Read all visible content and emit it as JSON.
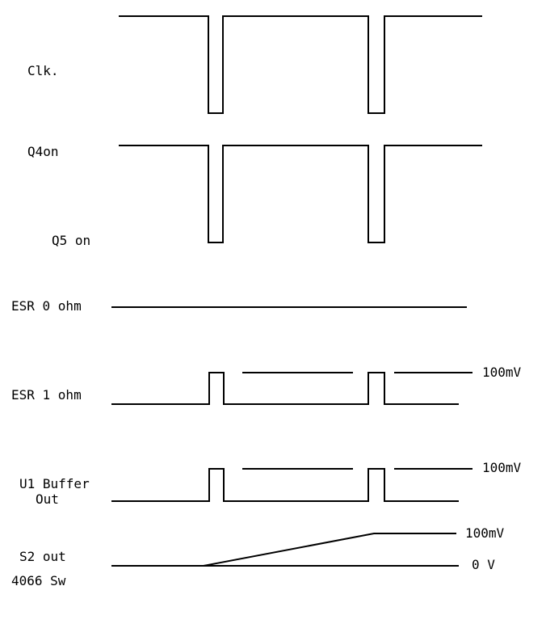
{
  "signals": {
    "clk": {
      "label": "Clk."
    },
    "q4": {
      "label": "Q4on"
    },
    "q5": {
      "label": "Q5 on"
    },
    "esr0": {
      "label": "ESR 0 ohm"
    },
    "esr1": {
      "label": "ESR 1 ohm",
      "level": "100mV"
    },
    "u1": {
      "label_line1": "U1 Buffer",
      "label_line2": "Out",
      "level": "100mV"
    },
    "s2": {
      "label": "S2 out",
      "sublabel": "4066 Sw",
      "level_high": "100mV",
      "level_low": "0 V"
    }
  }
}
